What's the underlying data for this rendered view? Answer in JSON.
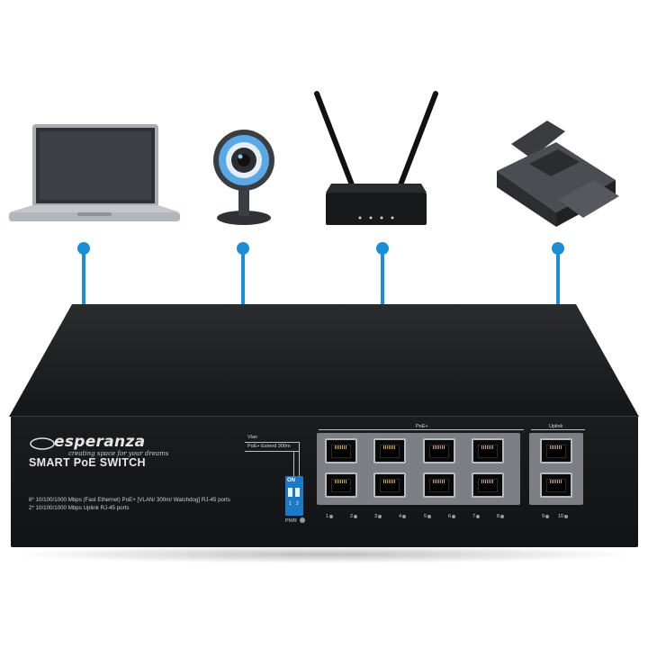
{
  "devices": [
    {
      "name": "laptop",
      "icon": "laptop-icon"
    },
    {
      "name": "webcam",
      "icon": "webcam-icon"
    },
    {
      "name": "router",
      "icon": "router-icon"
    },
    {
      "name": "printer",
      "icon": "printer-icon"
    }
  ],
  "colors": {
    "connector": "#1a8fd8",
    "switch_body": "#1b1c1e",
    "dip_switch": "#1c78c8"
  },
  "switch": {
    "brand": "esperanza",
    "tagline": "creating space for your dreams",
    "title": "SMART PoE SWITCH",
    "spec_line_1": "8* 10/100/1000 Mbps (Fast Ethernet) PoE+ [VLAN/ 300m/ Watchdog] RJ-45 ports",
    "spec_line_2": "2* 10/100/1000 Mbps Uplink RJ-45 ports",
    "vlan_label": "Vlan",
    "extend_label": "PoE+ Extend 300m",
    "dip_on": "ON",
    "dip_num_1": "1",
    "dip_num_2": "2",
    "pwr_label": "PWR",
    "poe_group_label": "PoE+",
    "uplink_group_label": "Uplink",
    "poe_port_labels": [
      "1",
      "2",
      "3",
      "4",
      "5",
      "6",
      "7",
      "8"
    ],
    "uplink_port_labels": [
      "9",
      "10"
    ]
  }
}
